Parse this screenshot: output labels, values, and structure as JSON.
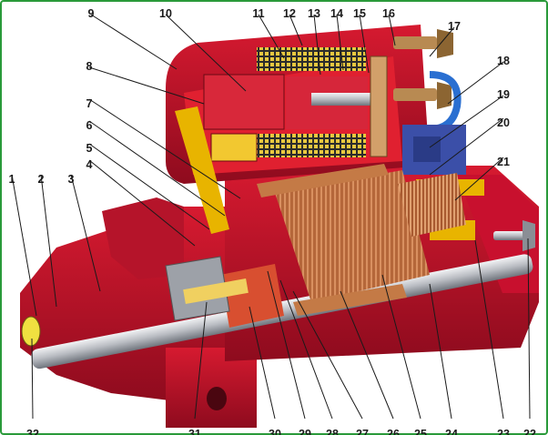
{
  "diagram": {
    "callouts": [
      "1",
      "2",
      "3",
      "4",
      "5",
      "6",
      "7",
      "8",
      "9",
      "10",
      "11",
      "12",
      "13",
      "14",
      "15",
      "16",
      "17",
      "18",
      "19",
      "20",
      "21",
      "22",
      "23",
      "24",
      "25",
      "26",
      "27",
      "28",
      "29",
      "30",
      "31",
      "32"
    ],
    "colors": {
      "housing": "#c8102e",
      "housing_dark": "#8e0b1e",
      "section_face": "#e02030",
      "metal": "#c9ccd2",
      "metal_dark": "#6f747c",
      "copper": "#c47a46",
      "winding": "#e8c840",
      "brush_holder": "#e8b400",
      "cable": "#2a6fd1",
      "terminal": "#b88a52",
      "frame": "#2a9a3a"
    }
  }
}
